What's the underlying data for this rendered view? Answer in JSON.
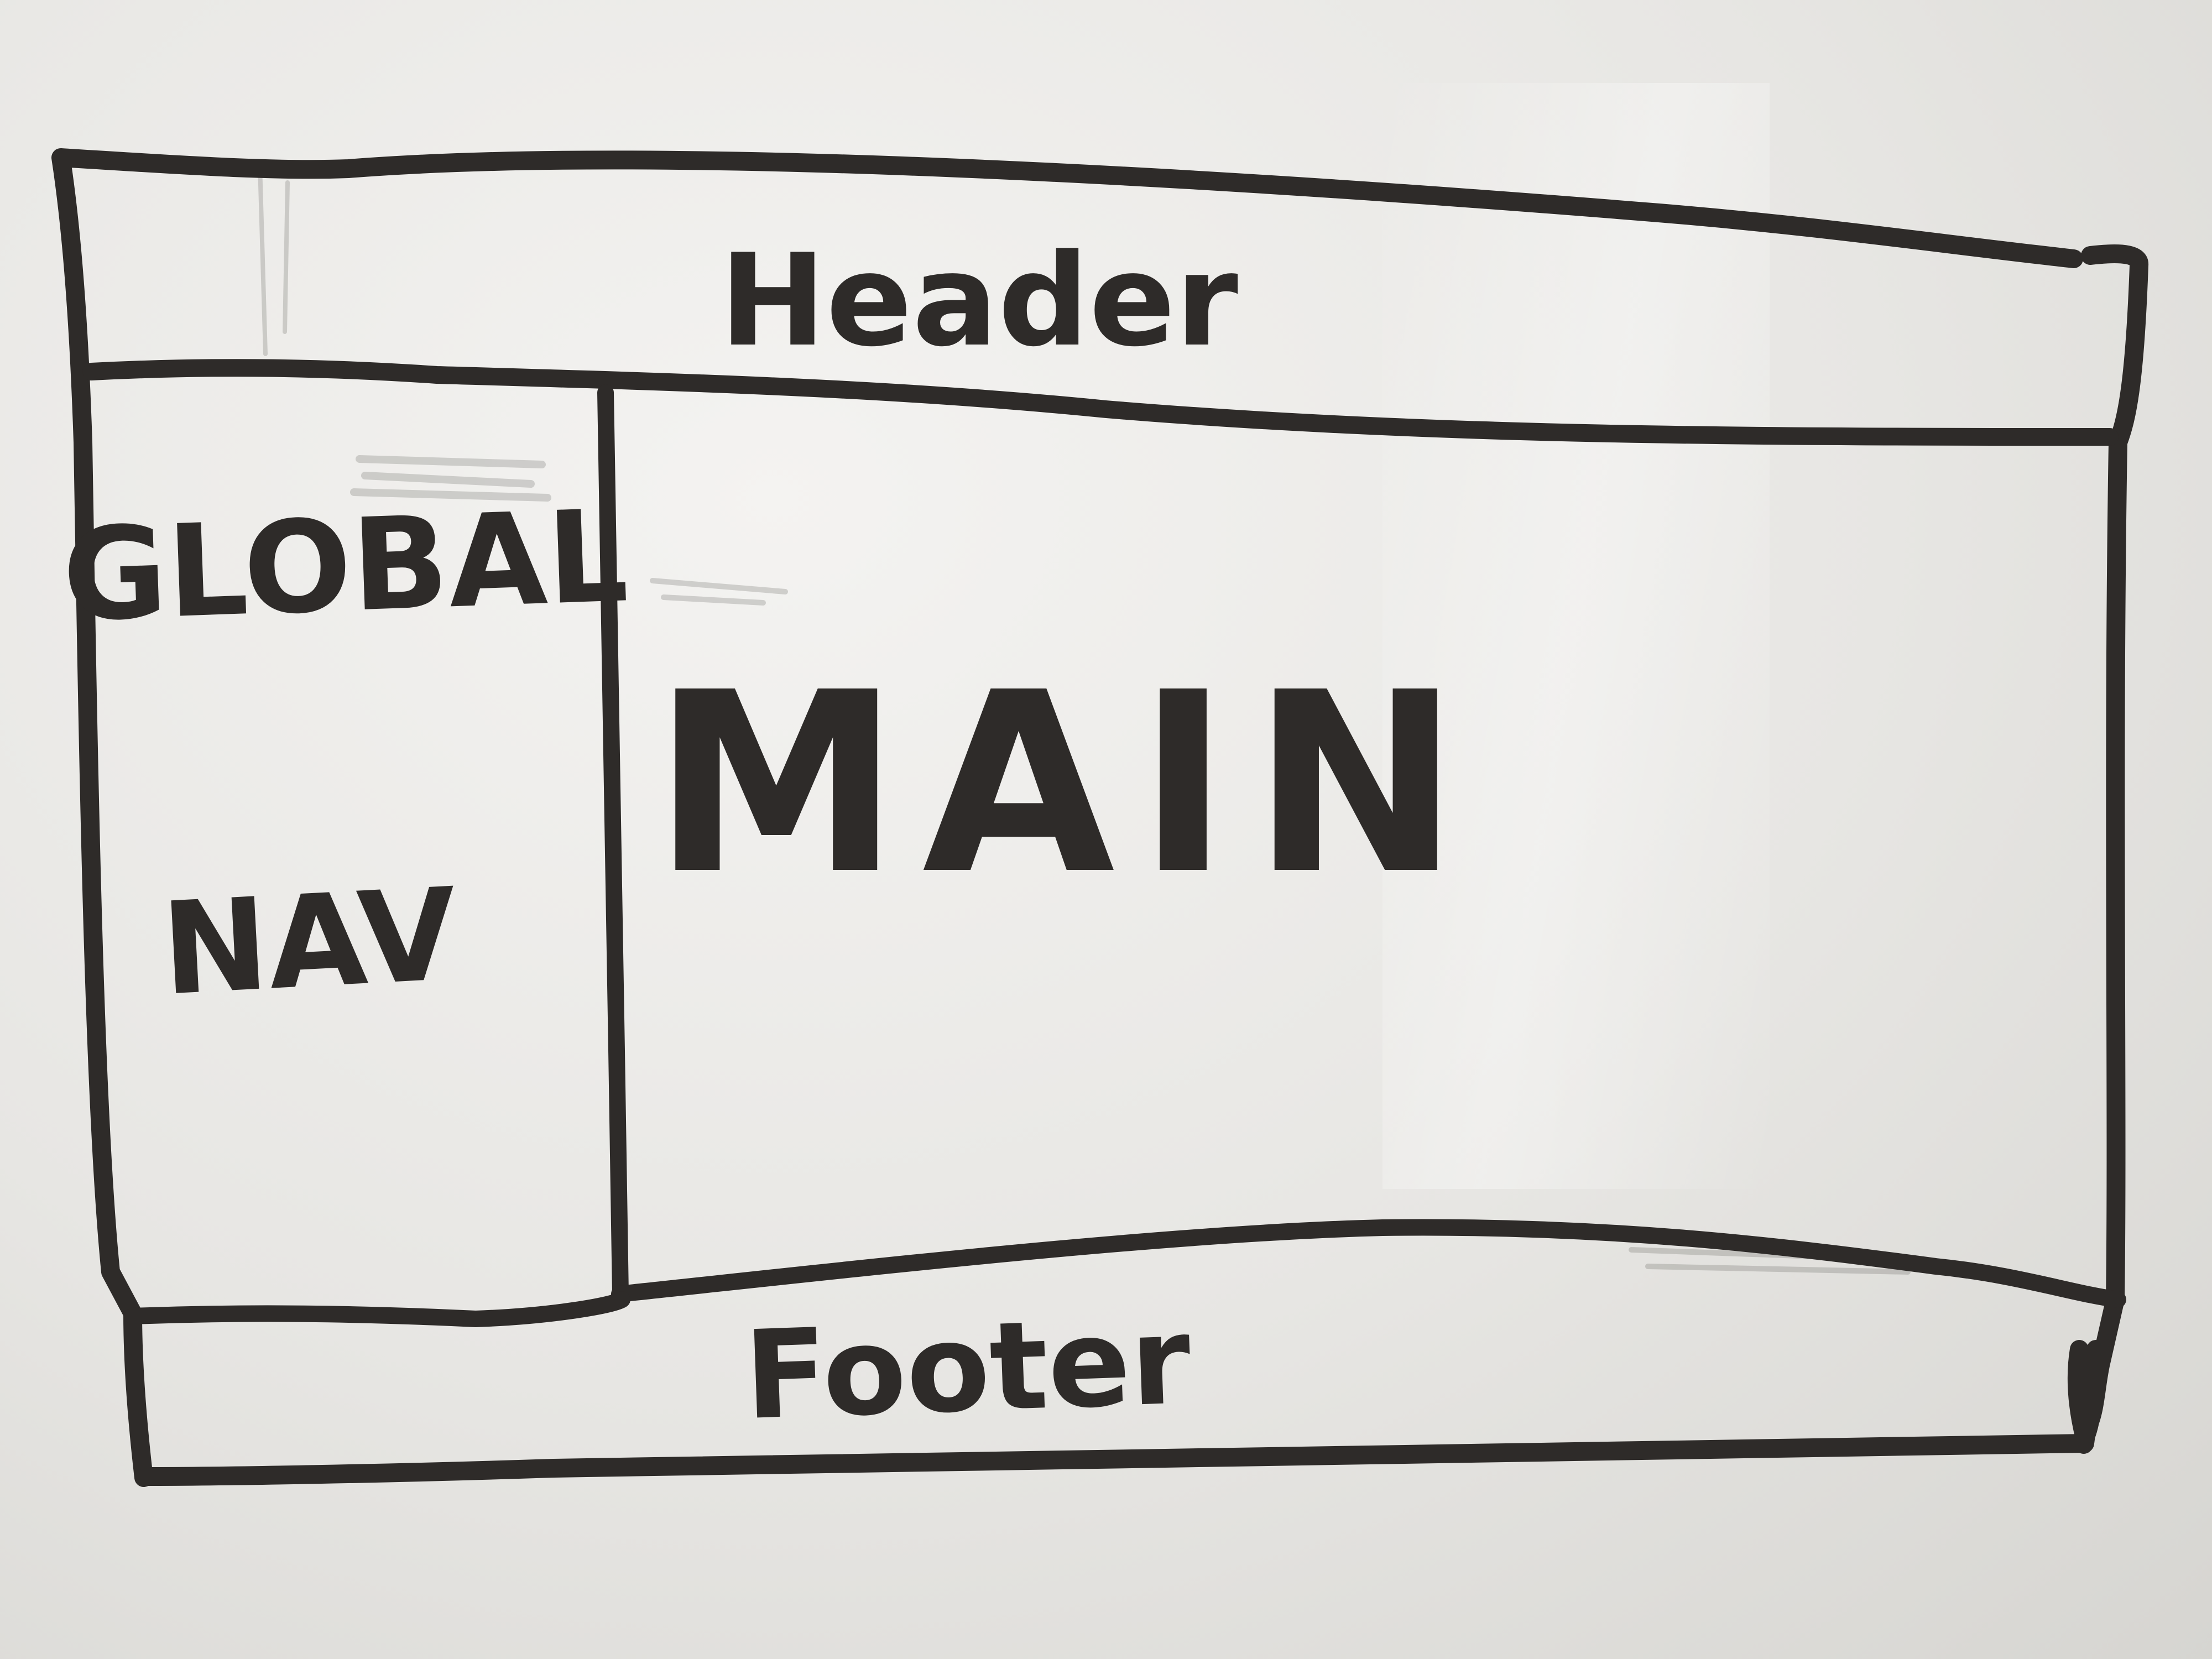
{
  "ink_color": "#2e2b29",
  "board_color": "#ebeae7",
  "regions": {
    "header": {
      "label": "Header"
    },
    "global_nav": {
      "label_line1": "GLOBAL",
      "label_line2": "NAV"
    },
    "main": {
      "label": "MAIN"
    },
    "footer": {
      "label": "Footer"
    }
  }
}
